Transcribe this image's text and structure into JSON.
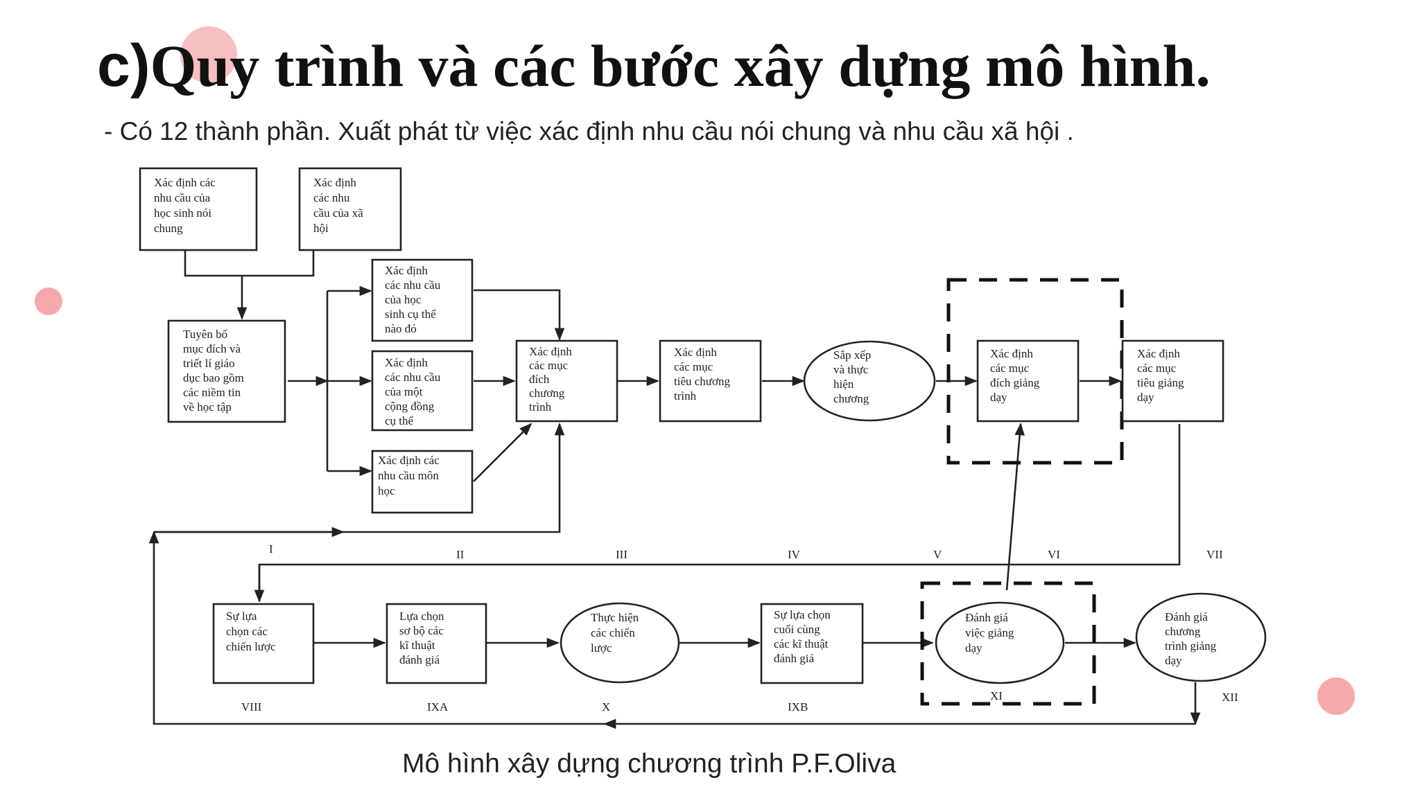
{
  "slide": {
    "title_prefix": "c)",
    "title_main": "Quy trình và các bước xây dựng mô hình.",
    "subtitle": "- Có 12 thành phần. Xuất phát từ việc xác định nhu cầu nói chung và nhu cầu xã hội .",
    "caption": "Mô hình xây dựng chương trình P.F.Oliva",
    "accent_color": "#f5a9ab"
  },
  "diagram": {
    "nodes": [
      {
        "id": "n1",
        "shape": "rect",
        "lines": [
          "Xác định các",
          "nhu cầu của",
          "học sinh nói",
          "chung"
        ]
      },
      {
        "id": "n2",
        "shape": "rect",
        "lines": [
          "Xác định",
          "các nhu",
          "cầu của xã",
          "hội"
        ]
      },
      {
        "id": "n3",
        "shape": "rect",
        "lines": [
          "Tuyên bố",
          "mục đích và",
          "triết lí giáo",
          "dục bao gồm",
          "các niềm tin",
          "về học tập"
        ]
      },
      {
        "id": "n4",
        "shape": "rect",
        "lines": [
          "Xác định",
          "các nhu cầu",
          "của học",
          "sinh cụ thể",
          "nào đó"
        ]
      },
      {
        "id": "n5",
        "shape": "rect",
        "lines": [
          "Xác định",
          "các nhu cầu",
          "của một",
          "cộng đồng",
          "cụ thể"
        ]
      },
      {
        "id": "n6",
        "shape": "rect",
        "lines": [
          "Xác định các",
          "nhu cầu môn",
          "học"
        ]
      },
      {
        "id": "n7",
        "shape": "rect",
        "lines": [
          "Xác định",
          "các mục",
          "đích",
          "chương",
          "trình"
        ]
      },
      {
        "id": "n8",
        "shape": "rect",
        "lines": [
          "Xác định",
          "các mục",
          "tiêu chương",
          "trình"
        ]
      },
      {
        "id": "n9",
        "shape": "ellipse",
        "lines": [
          "Sắp xếp",
          "và thực",
          "hiện",
          "chương"
        ]
      },
      {
        "id": "n10",
        "shape": "rect",
        "lines": [
          "Xác định",
          "các mục",
          "đích giảng",
          "dạy"
        ]
      },
      {
        "id": "n11",
        "shape": "rect",
        "lines": [
          "Xác định",
          "các mục",
          "tiêu giảng",
          "dạy"
        ]
      },
      {
        "id": "n12",
        "shape": "rect",
        "lines": [
          "Sự lựa",
          "chọn các",
          "chiến lược"
        ]
      },
      {
        "id": "n13",
        "shape": "rect",
        "lines": [
          "Lựa chọn",
          "sơ bộ các",
          "kĩ thuật",
          "đánh giá"
        ]
      },
      {
        "id": "n14",
        "shape": "ellipse",
        "lines": [
          "Thực hiện",
          "các chiến",
          "lược"
        ]
      },
      {
        "id": "n15",
        "shape": "rect",
        "lines": [
          "Sự lựa chọn",
          "cuối cùng",
          "các kĩ thuật",
          "đánh giá"
        ]
      },
      {
        "id": "n16",
        "shape": "ellipse",
        "lines": [
          "Đánh giá",
          "việc giảng",
          "dạy"
        ]
      },
      {
        "id": "n17",
        "shape": "ellipse",
        "lines": [
          "Đánh giá",
          "chương",
          "trình giảng",
          "dạy"
        ]
      }
    ],
    "roman_labels": [
      "I",
      "II",
      "III",
      "IV",
      "V",
      "VI",
      "VII",
      "VIII",
      "IXA",
      "X",
      "IXB",
      "XI",
      "XII"
    ]
  }
}
